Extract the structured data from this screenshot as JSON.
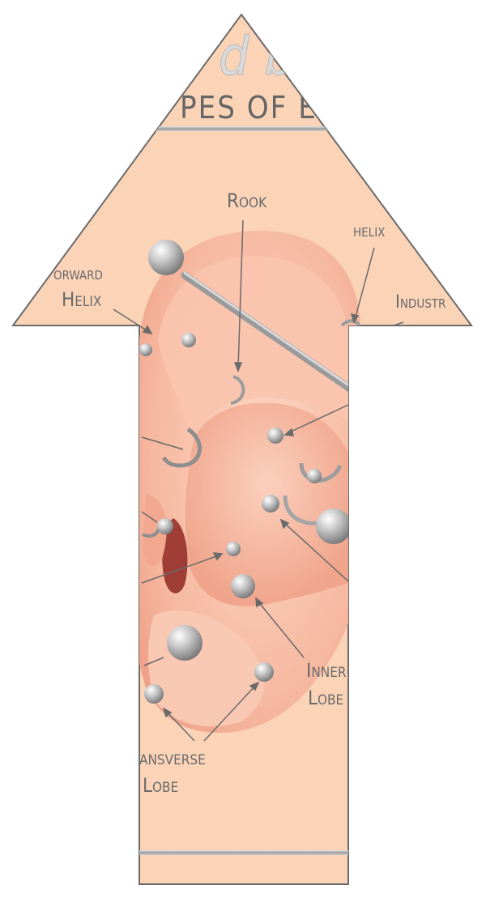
{
  "header": {
    "brand_script": "d br",
    "title": "PES OF EA"
  },
  "labels": {
    "rook": "Rook",
    "helix": "helix",
    "forward_helix_line1": "orward",
    "forward_helix_line2": "Helix",
    "industrial": "Industr",
    "inner_lobe_line1": "Inner",
    "inner_lobe_line2": "Lobe",
    "transverse_lobe_line1": "ansverse",
    "transverse_lobe_line2": "Lobe"
  },
  "colors": {
    "background": "#fbd4b8",
    "outline": "#6b6b6b",
    "skin": "#f6b49a",
    "metal": "#b5b5b5",
    "text": "#6a6a6a"
  }
}
